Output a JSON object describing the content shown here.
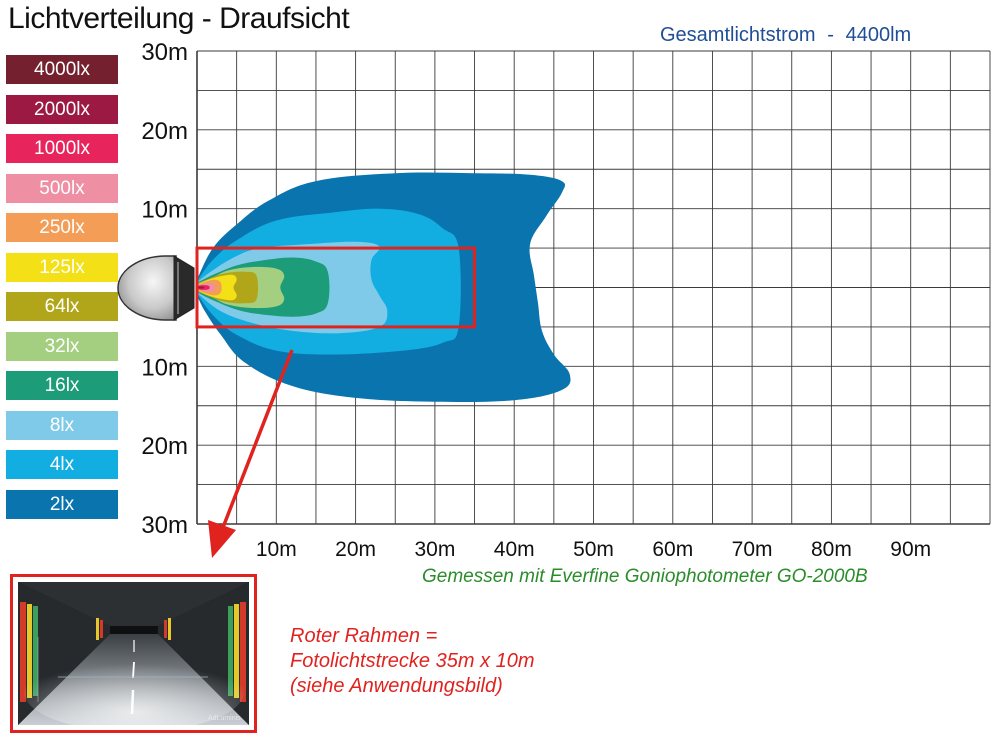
{
  "title": "Lichtverteilung - Draufsicht",
  "total_flux": {
    "label": "Gesamtlichtstrom",
    "separator": "-",
    "value": "4400lm"
  },
  "measured_with": "Gemessen mit Everfine Goniophotometer GO-2000B",
  "note": {
    "line1": "Roter Rahmen =",
    "line2": "Fotolichtstrecke 35m x 10m",
    "line3": "(siehe Anwendungsbild)"
  },
  "photo": {
    "brand": "AdLuminis"
  },
  "colors": {
    "frame_red": "#e0231f",
    "total_blue": "#1f4e96",
    "measured_green": "#2a8c2a"
  },
  "chart_data": {
    "type": "heatmap",
    "x_unit": "m",
    "y_unit": "m",
    "xlim": [
      0,
      100
    ],
    "ylim": [
      -30,
      30
    ],
    "x_ticks": [
      {
        "value": 10,
        "label": "10m"
      },
      {
        "value": 20,
        "label": "20m"
      },
      {
        "value": 30,
        "label": "30m"
      },
      {
        "value": 40,
        "label": "40m"
      },
      {
        "value": 50,
        "label": "50m"
      },
      {
        "value": 60,
        "label": "60m"
      },
      {
        "value": 70,
        "label": "70m"
      },
      {
        "value": 80,
        "label": "80m"
      },
      {
        "value": 90,
        "label": "90m"
      }
    ],
    "y_ticks": [
      {
        "value": 30,
        "label": "30m"
      },
      {
        "value": 20,
        "label": "20m"
      },
      {
        "value": 10,
        "label": "10m"
      },
      {
        "value": -10,
        "label": "10m"
      },
      {
        "value": -20,
        "label": "20m"
      },
      {
        "value": -30,
        "label": "30m"
      }
    ],
    "grid": true,
    "legend": [
      {
        "label": "4000lx",
        "color": "#74202f"
      },
      {
        "label": "2000lx",
        "color": "#9b1942"
      },
      {
        "label": "1000lx",
        "color": "#e8245c"
      },
      {
        "label": "500lx",
        "color": "#ef8fa4"
      },
      {
        "label": "250lx",
        "color": "#f39d57"
      },
      {
        "label": "125lx",
        "color": "#f4e017"
      },
      {
        "label": "64lx",
        "color": "#b1a61a"
      },
      {
        "label": "32lx",
        "color": "#a4cf80"
      },
      {
        "label": "16lx",
        "color": "#1c9c78"
      },
      {
        "label": "8lx",
        "color": "#7ecae8"
      },
      {
        "label": "4lx",
        "color": "#12aee2"
      },
      {
        "label": "2lx",
        "color": "#0a74ae"
      }
    ],
    "contours": [
      {
        "level": "2lx",
        "points": [
          [
            0,
            1
          ],
          [
            2,
            5
          ],
          [
            5,
            8
          ],
          [
            9,
            11
          ],
          [
            15,
            13.5
          ],
          [
            25,
            14.5
          ],
          [
            35,
            14.5
          ],
          [
            42,
            14.3
          ],
          [
            46,
            13.5
          ],
          [
            46,
            12
          ],
          [
            44,
            9
          ],
          [
            42,
            5.5
          ],
          [
            42.5,
            1.5
          ],
          [
            43,
            -2
          ],
          [
            43.5,
            -5.5
          ],
          [
            45,
            -8.5
          ],
          [
            47,
            -11
          ],
          [
            46,
            -13
          ],
          [
            40,
            -14.3
          ],
          [
            30,
            -14.5
          ],
          [
            20,
            -14
          ],
          [
            12,
            -12.5
          ],
          [
            6,
            -9.5
          ],
          [
            3,
            -6
          ],
          [
            1,
            -3
          ],
          [
            0,
            -1
          ]
        ]
      },
      {
        "level": "4lx",
        "points": [
          [
            0,
            0.8
          ],
          [
            2,
            3.5
          ],
          [
            5,
            6
          ],
          [
            10,
            8.5
          ],
          [
            17,
            9.5
          ],
          [
            23,
            10
          ],
          [
            28,
            9.3
          ],
          [
            31,
            7.5
          ],
          [
            33,
            5
          ],
          [
            33,
            -5
          ],
          [
            31,
            -7
          ],
          [
            26,
            -8
          ],
          [
            17,
            -8.5
          ],
          [
            10,
            -8
          ],
          [
            5,
            -6
          ],
          [
            2,
            -3.5
          ],
          [
            0,
            -0.8
          ]
        ]
      },
      {
        "level": "8lx",
        "points": [
          [
            0,
            0.7
          ],
          [
            2,
            2.2
          ],
          [
            5,
            4
          ],
          [
            8,
            5
          ],
          [
            14,
            5.5
          ],
          [
            20,
            5.8
          ],
          [
            23,
            5.2
          ],
          [
            22,
            3.5
          ],
          [
            22,
            1
          ],
          [
            23,
            -1
          ],
          [
            24,
            -3
          ],
          [
            23,
            -5
          ],
          [
            18,
            -5.8
          ],
          [
            12,
            -5.5
          ],
          [
            7,
            -4.5
          ],
          [
            3,
            -3
          ],
          [
            0,
            -0.7
          ]
        ]
      },
      {
        "level": "16lx",
        "points": [
          [
            0,
            0.6
          ],
          [
            2,
            1.6
          ],
          [
            5,
            2.8
          ],
          [
            8,
            3.4
          ],
          [
            12,
            3.8
          ],
          [
            15,
            3.3
          ],
          [
            16.5,
            2
          ],
          [
            16.5,
            -2
          ],
          [
            15,
            -3.3
          ],
          [
            12,
            -3.7
          ],
          [
            8,
            -3.4
          ],
          [
            5,
            -2.8
          ],
          [
            2,
            -1.6
          ],
          [
            0,
            -0.6
          ]
        ]
      },
      {
        "level": "32lx",
        "points": [
          [
            0,
            0.5
          ],
          [
            2,
            1.3
          ],
          [
            4,
            2.2
          ],
          [
            7,
            2.6
          ],
          [
            10,
            2.4
          ],
          [
            11,
            1.5
          ],
          [
            10.5,
            0
          ],
          [
            11,
            -1.5
          ],
          [
            10,
            -2.4
          ],
          [
            7,
            -2.6
          ],
          [
            4,
            -2.2
          ],
          [
            2,
            -1.3
          ],
          [
            0,
            -0.5
          ]
        ]
      },
      {
        "level": "64lx",
        "points": [
          [
            0,
            0.4
          ],
          [
            1.5,
            1.1
          ],
          [
            3.5,
            1.8
          ],
          [
            6,
            2
          ],
          [
            7.5,
            1.5
          ],
          [
            7.5,
            -1.5
          ],
          [
            6,
            -2
          ],
          [
            3.5,
            -1.8
          ],
          [
            1.5,
            -1.1
          ],
          [
            0,
            -0.4
          ]
        ]
      },
      {
        "level": "125lx",
        "points": [
          [
            0,
            0.35
          ],
          [
            1.2,
            0.9
          ],
          [
            2.8,
            1.4
          ],
          [
            4.5,
            1.6
          ],
          [
            5,
            1
          ],
          [
            4.6,
            0
          ],
          [
            5,
            -1
          ],
          [
            4.5,
            -1.6
          ],
          [
            2.8,
            -1.4
          ],
          [
            1.2,
            -0.9
          ],
          [
            0,
            -0.35
          ]
        ]
      },
      {
        "level": "250lx",
        "points": [
          [
            0,
            0.3
          ],
          [
            1,
            0.7
          ],
          [
            2.2,
            1
          ],
          [
            3,
            0.6
          ],
          [
            3,
            -0.6
          ],
          [
            2.2,
            -1
          ],
          [
            1,
            -0.7
          ],
          [
            0,
            -0.3
          ]
        ]
      },
      {
        "level": "500lx",
        "points": [
          [
            0,
            0.25
          ],
          [
            0.8,
            0.45
          ],
          [
            1.6,
            0.55
          ],
          [
            2.2,
            0.3
          ],
          [
            2.2,
            -0.3
          ],
          [
            1.6,
            -0.55
          ],
          [
            0.8,
            -0.45
          ],
          [
            0,
            -0.25
          ]
        ]
      },
      {
        "level": "1000lx",
        "points": [
          [
            0,
            0.2
          ],
          [
            0.8,
            0.3
          ],
          [
            1.5,
            0.2
          ],
          [
            1.5,
            -0.2
          ],
          [
            0.8,
            -0.3
          ],
          [
            0,
            -0.2
          ]
        ]
      },
      {
        "level": "2000lx",
        "points": [
          [
            0,
            0.12
          ],
          [
            0.8,
            0.12
          ],
          [
            0.8,
            -0.12
          ],
          [
            0,
            -0.12
          ]
        ]
      }
    ],
    "photo_frame": {
      "x": [
        0,
        35
      ],
      "y": [
        -5,
        5
      ]
    }
  }
}
